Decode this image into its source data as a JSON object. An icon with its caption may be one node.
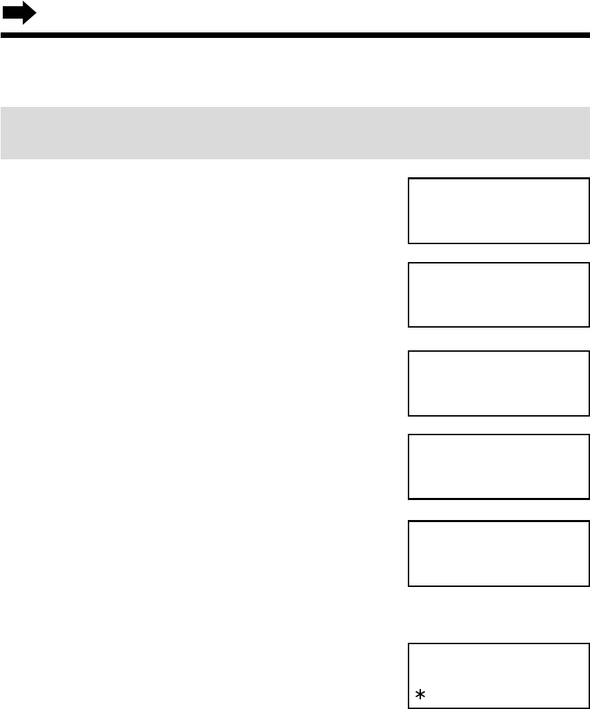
{
  "diagram": {
    "nodes": [
      {
        "text": [],
        "shape": "band"
      },
      {
        "text": [],
        "shape": "box"
      },
      {
        "text": [],
        "shape": "box"
      },
      {
        "text": [],
        "shape": "box"
      },
      {
        "text": [],
        "shape": "box"
      },
      {
        "text": [],
        "shape": "box"
      },
      {
        "text": [
          "∗"
        ]
      }
    ]
  }
}
